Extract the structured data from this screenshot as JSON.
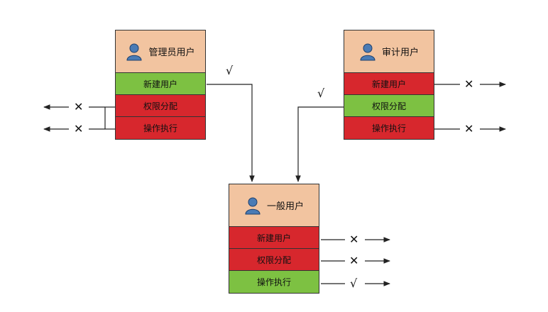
{
  "roles": {
    "admin": {
      "name": "管理员用户",
      "icon": "user-icon",
      "permissions": [
        {
          "label": "新建用户",
          "status": "allow"
        },
        {
          "label": "权限分配",
          "status": "deny"
        },
        {
          "label": "操作执行",
          "status": "deny"
        }
      ]
    },
    "audit": {
      "name": "审计用户",
      "icon": "user-icon",
      "permissions": [
        {
          "label": "新建用户",
          "status": "deny"
        },
        {
          "label": "权限分配",
          "status": "allow"
        },
        {
          "label": "操作执行",
          "status": "deny"
        }
      ]
    },
    "general": {
      "name": "一般用户",
      "icon": "user-icon",
      "permissions": [
        {
          "label": "新建用户",
          "status": "deny"
        },
        {
          "label": "权限分配",
          "status": "deny"
        },
        {
          "label": "操作执行",
          "status": "allow"
        }
      ]
    }
  },
  "marks": {
    "check": "√",
    "cross": "✕"
  },
  "colors": {
    "header": "#f2c4a0",
    "allow": "#7dc142",
    "deny": "#d7272d",
    "line": "#222222"
  }
}
